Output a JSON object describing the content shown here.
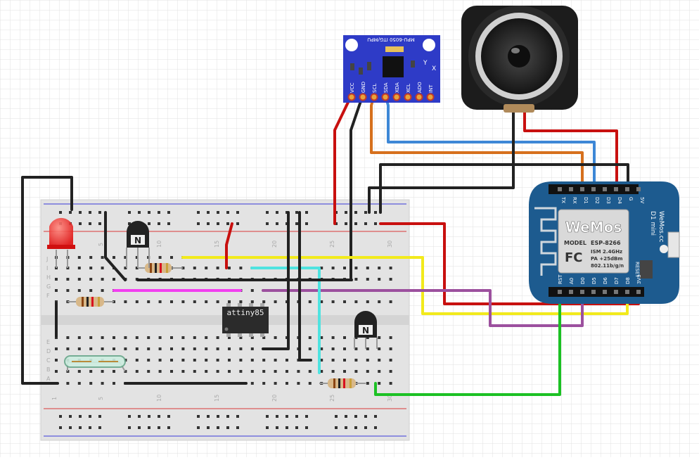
{
  "breadboard": {
    "row_letters_top": [
      "J",
      "I",
      "H",
      "G",
      "F"
    ],
    "row_letters_bottom": [
      "E",
      "D",
      "C",
      "B",
      "A"
    ],
    "column_numbers": [
      "1",
      "5",
      "10",
      "15",
      "20",
      "25",
      "30"
    ]
  },
  "mpu": {
    "title": "MPU-6050 ITG/MPU",
    "pins": [
      "VCC",
      "GND",
      "SCL",
      "SDA",
      "XDA",
      "XCL",
      "ADO",
      "INT"
    ],
    "axes": [
      "Y",
      "X"
    ]
  },
  "wemos": {
    "brand": "WeMos",
    "model_label": "MODEL",
    "model_value": "ESP-8266",
    "specs": [
      "ISM 2.4GHz",
      "PA +25dBm",
      "802.11b/g/n"
    ],
    "fc": "FC",
    "side_title": "D1 mini",
    "side_url": "WeMos.cc",
    "reset": "RESET",
    "top_pins": [
      "TX",
      "RX",
      "D1",
      "D2",
      "D3",
      "D4",
      "G",
      "5V"
    ],
    "bottom_pins": [
      "RST",
      "A0",
      "D0",
      "D5",
      "D6",
      "D7",
      "D8",
      "3V3"
    ]
  },
  "chip": {
    "label": "attiny85"
  },
  "transistors": [
    {
      "label": "N"
    },
    {
      "label": "N"
    }
  ],
  "colors": {
    "red_wire": "#c8100f",
    "black_wire": "#222222",
    "orange_wire": "#d6701d",
    "blue_wire": "#3d87d6",
    "yellow_wire": "#f2ea1c",
    "cyan_wire": "#4fe3e0",
    "magenta_wire": "#f23ff0",
    "purple_wire": "#9c509e",
    "green_wire": "#1cc124",
    "wemos_blue": "#1d5b8f",
    "mpu_blue": "#2e3bc7"
  }
}
